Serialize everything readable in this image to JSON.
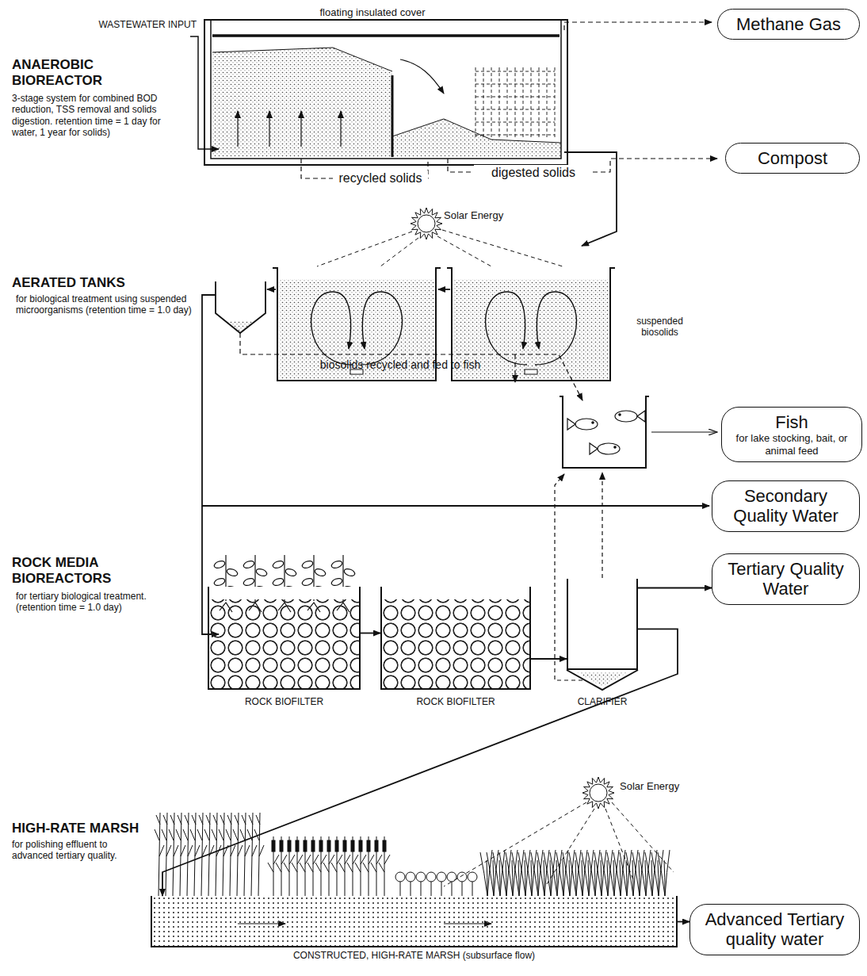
{
  "diagram": {
    "nodes": [
      {
        "text": [
          "Methane Gas"
        ]
      },
      {
        "text": [
          "Compost"
        ]
      },
      {
        "text": [
          "Fish",
          "for lake stocking, bait, or animal feed"
        ]
      },
      {
        "text": [
          "Secondary Quality Water"
        ]
      },
      {
        "text": [
          "ROCK BIOFILTER"
        ]
      },
      {
        "text": [
          "ROCK BIOFILTER"
        ]
      },
      {
        "text": [
          "CLARIFIER"
        ]
      },
      {
        "text": [
          "Tertiary Quality Water"
        ]
      },
      {
        "text": [
          "CONSTRUCTED, HIGH-RATE MARSH (subsurface flow)"
        ]
      },
      {
        "text": [
          "Advanced Tertiary quality water"
        ]
      }
    ],
    "edges": [
      {
        "from": 4,
        "to": 5,
        "arrow": "to"
      },
      {
        "from": 5,
        "to": 6,
        "arrow": "to"
      },
      {
        "from": 6,
        "to": 7,
        "arrow": "to"
      },
      {
        "from": 6,
        "to": 8,
        "arrow": "to"
      },
      {
        "from": 8,
        "to": 9,
        "arrow": "to"
      }
    ],
    "labels": [
      "WASTEWATER INPUT",
      "floating insulated cover",
      "ANAEROBIC BIOREACTOR",
      "3-stage system for combined BOD reduction, TSS removal and solids digestion. retention time = 1 day for water, 1 year for solids)",
      "recycled solids",
      "digested solids",
      "Solar Energy",
      "AERATED TANKS",
      "for biological treatment using suspended microorganisms (retention time = 1.0 day)",
      "suspended biosolids",
      "biosolids recycled and fed to fish",
      "ROCK MEDIA BIOREACTORS",
      "for tertiary biological treatment. (retention time = 1.0 day)",
      "Solar Energy",
      "HIGH-RATE MARSH",
      "for polishing effluent to advanced tertiary quality."
    ]
  }
}
